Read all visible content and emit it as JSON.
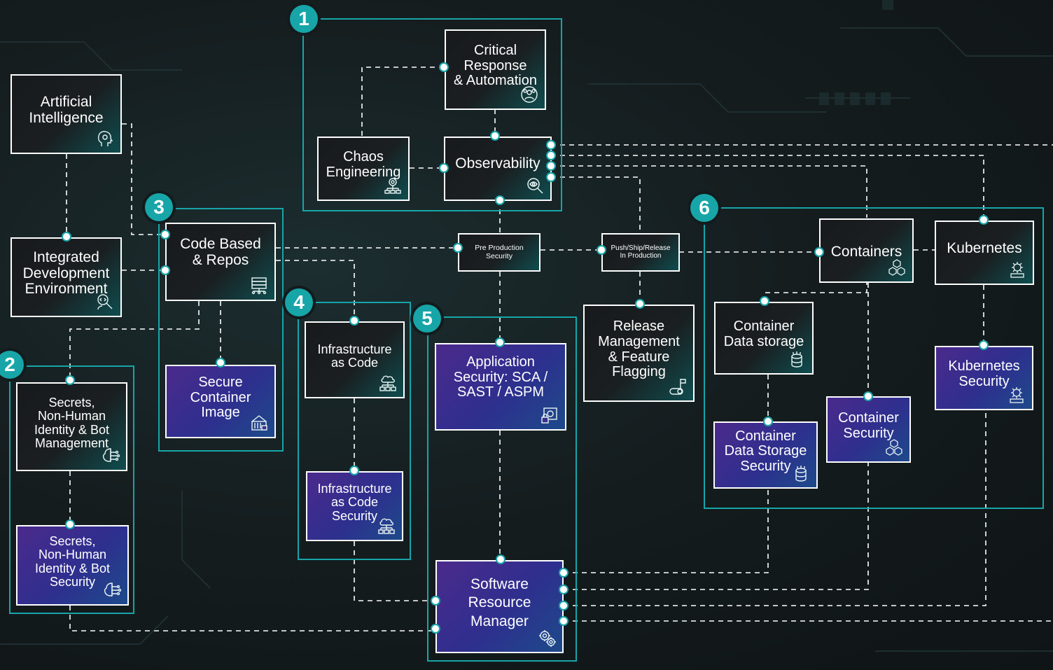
{
  "groups": [
    {
      "number": "1"
    },
    {
      "number": "2"
    },
    {
      "number": "3"
    },
    {
      "number": "4"
    },
    {
      "number": "5"
    },
    {
      "number": "6"
    }
  ],
  "nodes": {
    "critical_response": "Critical\nResponse\n& Automation",
    "chaos_engineering": "Chaos\nEngineering",
    "observability": "Observability",
    "artificial_intelligence": "Artificial\nIntelligence",
    "ide": "Integrated\nDevelopment\nEnvironment",
    "code_repos": "Code Based\n& Repos",
    "secure_container_image": "Secure\nContainer\nImage",
    "secrets_management": "Secrets,\nNon-Human\nIdentity & Bot\nManagement",
    "secrets_security": "Secrets,\nNon-Human\nIdentity & Bot\nSecurity",
    "infrastructure_as_code": "Infrastructure\nas Code",
    "iac_security": "Infrastructure\nas Code\nSecurity",
    "app_security": "Application\nSecurity: SCA /\nSAST / ASPM",
    "software_resource_manager": "Software\nResource\nManager",
    "pre_production_security": "Pre Production\nSecurity",
    "in_production": "Push/Ship/Release\nIn Production",
    "release_management": "Release\nManagement\n& Feature\nFlagging",
    "containers": "Containers",
    "kubernetes": "Kubernetes",
    "container_data_storage": "Container\nData storage",
    "container_data_storage_security": "Container\nData Storage\nSecurity",
    "container_security": "Container\nSecurity",
    "kubernetes_security": "Kubernetes\nSecurity"
  },
  "icons": {
    "critical_response": "team-gear-icon",
    "chaos_engineering": "network-gear-icon",
    "observability": "eye-magnifier-icon",
    "artificial_intelligence": "ai-head-icon",
    "ide": "code-search-icon",
    "code_repos": "repository-icon",
    "secure_container_image": "container-lock-icon",
    "secrets": "brain-circuit-icon",
    "iac": "cloud-network-icon",
    "app_security": "code-lock-icon",
    "srm": "gears-icon",
    "release": "flag-toggle-icon",
    "containers": "cubes-icon",
    "kubernetes": "cluster-icon",
    "storage": "database-icon"
  },
  "colors": {
    "accent": "#17a5a8",
    "node_dark": "#181a1c",
    "node_purple": "#4b2a8c",
    "connector": "#ffffff"
  }
}
